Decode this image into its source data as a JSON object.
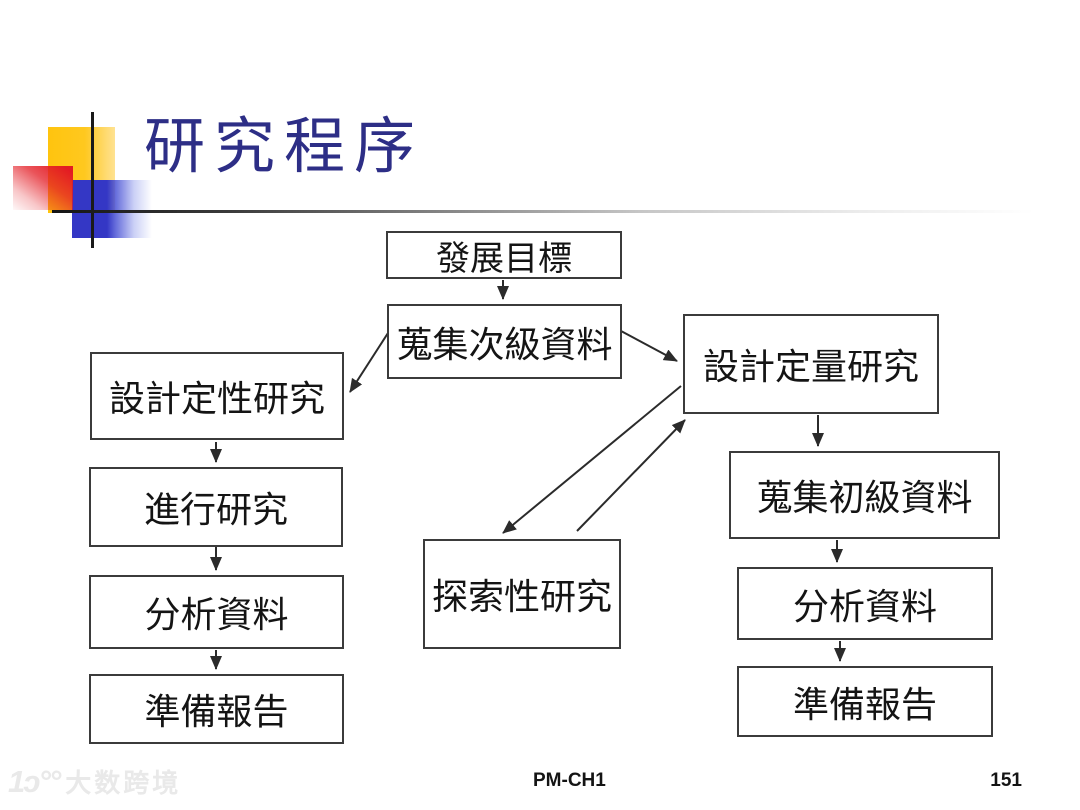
{
  "slide": {
    "title": "研究程序",
    "footer": {
      "course_code": "PM-CH1",
      "page_number": "151"
    },
    "watermark": {
      "logo_glyph": "1ɔ°°",
      "brand": "大数跨境"
    },
    "accent_colors": {
      "title_text": "#2D2E86",
      "deco_yellow": "#FFC40E",
      "deco_red": "#E31B23",
      "deco_blue": "#3437C5",
      "box_border": "#3b3b3b"
    }
  },
  "flowchart": {
    "nodes": [
      {
        "id": "develop-objectives",
        "label": "發展目標"
      },
      {
        "id": "collect-secondary-data",
        "label": "蒐集次級資料"
      },
      {
        "id": "design-qualitative-research",
        "label": "設計定性研究"
      },
      {
        "id": "conduct-research",
        "label": "進行研究"
      },
      {
        "id": "analyze-data-left",
        "label": "分析資料"
      },
      {
        "id": "prepare-report-left",
        "label": "準備報告"
      },
      {
        "id": "design-quantitative-research",
        "label": "設計定量研究"
      },
      {
        "id": "collect-primary-data",
        "label": "蒐集初級資料"
      },
      {
        "id": "analyze-data-right",
        "label": "分析資料"
      },
      {
        "id": "prepare-report-right",
        "label": "準備報告"
      },
      {
        "id": "exploratory-research",
        "label": "探索性研究"
      }
    ],
    "edges": [
      {
        "from": "develop-objectives",
        "to": "collect-secondary-data"
      },
      {
        "from": "collect-secondary-data",
        "to": "design-qualitative-research"
      },
      {
        "from": "collect-secondary-data",
        "to": "design-quantitative-research"
      },
      {
        "from": "design-qualitative-research",
        "to": "conduct-research"
      },
      {
        "from": "conduct-research",
        "to": "analyze-data-left"
      },
      {
        "from": "analyze-data-left",
        "to": "prepare-report-left"
      },
      {
        "from": "design-quantitative-research",
        "to": "collect-primary-data"
      },
      {
        "from": "collect-primary-data",
        "to": "analyze-data-right"
      },
      {
        "from": "analyze-data-right",
        "to": "prepare-report-right"
      },
      {
        "from": "design-quantitative-research",
        "to": "exploratory-research"
      },
      {
        "from": "exploratory-research",
        "to": "design-quantitative-research"
      }
    ]
  }
}
